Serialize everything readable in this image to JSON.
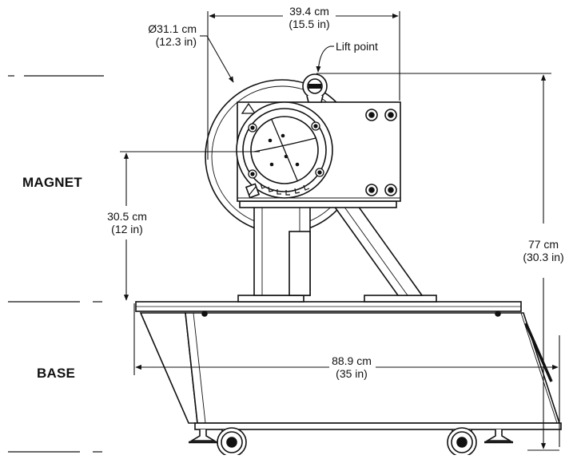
{
  "sections": {
    "magnet": "MAGNET",
    "base": "BASE"
  },
  "dimensions": {
    "width_top": {
      "metric": "39.4 cm",
      "imperial": "(15.5 in)"
    },
    "diameter": {
      "metric": "Ø31.1 cm",
      "imperial": "(12.3 in)"
    },
    "lift_point": "Lift point",
    "magnet_height": {
      "metric": "30.5 cm",
      "imperial": "(12 in)"
    },
    "total_height": {
      "metric": "77 cm",
      "imperial": "(30.3 in)"
    },
    "base_width": {
      "metric": "88.9 cm",
      "imperial": "(35 in)"
    }
  }
}
